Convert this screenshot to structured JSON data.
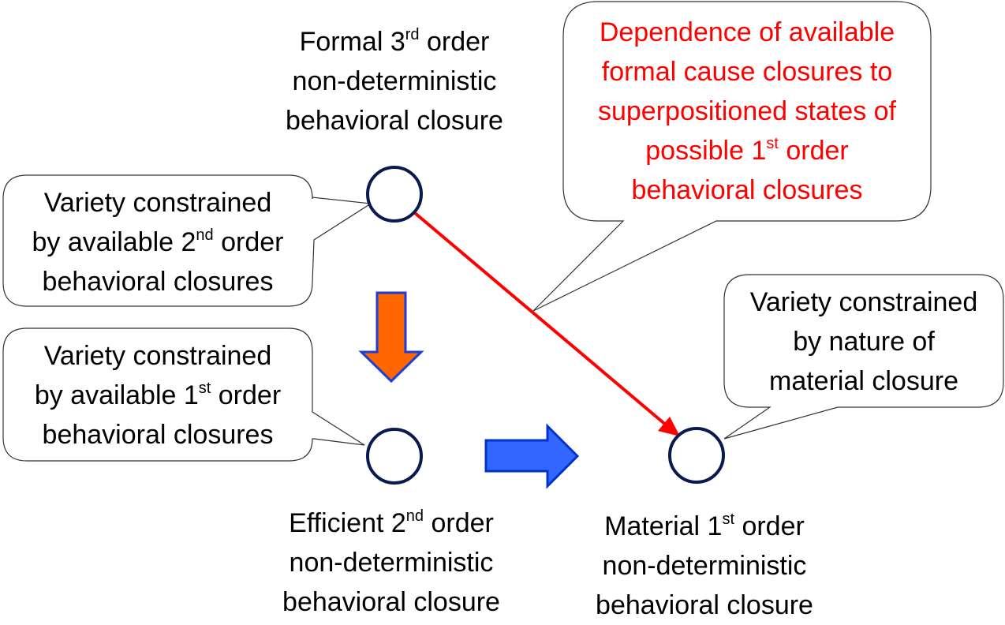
{
  "colors": {
    "node_stroke": "#0a1a4f",
    "red_arrow": "#ff0000",
    "down_arrow_fill": "#ff6600",
    "down_arrow_stroke": "#1a3fd6",
    "right_arrow_fill": "#3366ff",
    "right_arrow_stroke": "#0033cc",
    "callout_text_red": "#ff0000"
  },
  "nodes": {
    "formal": {
      "lines": [
        {
          "pre": "Formal 3",
          "sup": "rd",
          "post": " order"
        },
        {
          "pre": "non-deterministic",
          "sup": "",
          "post": ""
        },
        {
          "pre": "behavioral closure",
          "sup": "",
          "post": ""
        }
      ]
    },
    "efficient": {
      "lines": [
        {
          "pre": "Efficient 2",
          "sup": "nd",
          "post": " order"
        },
        {
          "pre": "non-deterministic",
          "sup": "",
          "post": ""
        },
        {
          "pre": "behavioral closure",
          "sup": "",
          "post": ""
        }
      ]
    },
    "material": {
      "lines": [
        {
          "pre": "Material 1",
          "sup": "st",
          "post": " order"
        },
        {
          "pre": "non-deterministic",
          "sup": "",
          "post": ""
        },
        {
          "pre": "behavioral closure",
          "sup": "",
          "post": ""
        }
      ]
    }
  },
  "callouts": {
    "formal_variety": {
      "lines": [
        {
          "pre": "Variety constrained",
          "sup": "",
          "post": ""
        },
        {
          "pre": "by available 2",
          "sup": "nd",
          "post": " order"
        },
        {
          "pre": "behavioral closures",
          "sup": "",
          "post": ""
        }
      ]
    },
    "efficient_variety": {
      "lines": [
        {
          "pre": "Variety constrained",
          "sup": "",
          "post": ""
        },
        {
          "pre": "by available 1",
          "sup": "st",
          "post": " order"
        },
        {
          "pre": "behavioral closures",
          "sup": "",
          "post": ""
        }
      ]
    },
    "material_variety": {
      "lines": [
        {
          "pre": "Variety constrained",
          "sup": "",
          "post": ""
        },
        {
          "pre": "by nature of",
          "sup": "",
          "post": ""
        },
        {
          "pre": "material closure",
          "sup": "",
          "post": ""
        }
      ]
    },
    "dependence": {
      "lines": [
        {
          "pre": "Dependence of available",
          "sup": "",
          "post": ""
        },
        {
          "pre": "formal cause closures to",
          "sup": "",
          "post": ""
        },
        {
          "pre": "superpositioned states of",
          "sup": "",
          "post": ""
        },
        {
          "pre": "possible 1",
          "sup": "st",
          "post": " order"
        },
        {
          "pre": "behavioral closures",
          "sup": "",
          "post": ""
        }
      ]
    }
  }
}
